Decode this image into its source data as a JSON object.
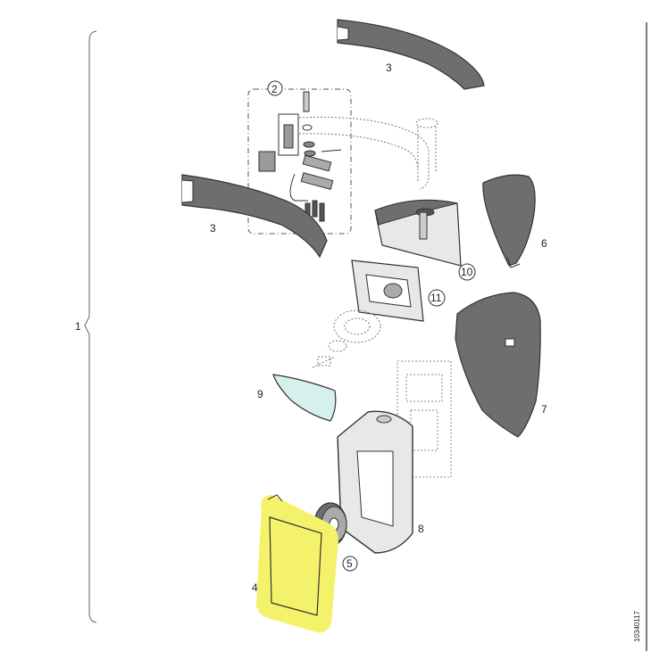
{
  "group_label": "1",
  "doc_id": "10340117",
  "callouts": [
    {
      "id": "3a",
      "text": "3"
    },
    {
      "id": "3b",
      "text": "3"
    },
    {
      "id": "2",
      "text": "2"
    },
    {
      "id": "6",
      "text": "6"
    },
    {
      "id": "10",
      "text": "10"
    },
    {
      "id": "11",
      "text": "11"
    },
    {
      "id": "7",
      "text": "7"
    },
    {
      "id": "9",
      "text": "9"
    },
    {
      "id": "8",
      "text": "8"
    },
    {
      "id": "5",
      "text": "5"
    },
    {
      "id": "4",
      "text": "4"
    }
  ],
  "colors": {
    "part_dark": "#6e6e6e",
    "part_mid": "#9a9a9a",
    "part_light": "#e8e8e8",
    "line": "#333333",
    "highlight": "#f4f26a",
    "glass": "#d6f0ee"
  },
  "highlighted_part": "4"
}
